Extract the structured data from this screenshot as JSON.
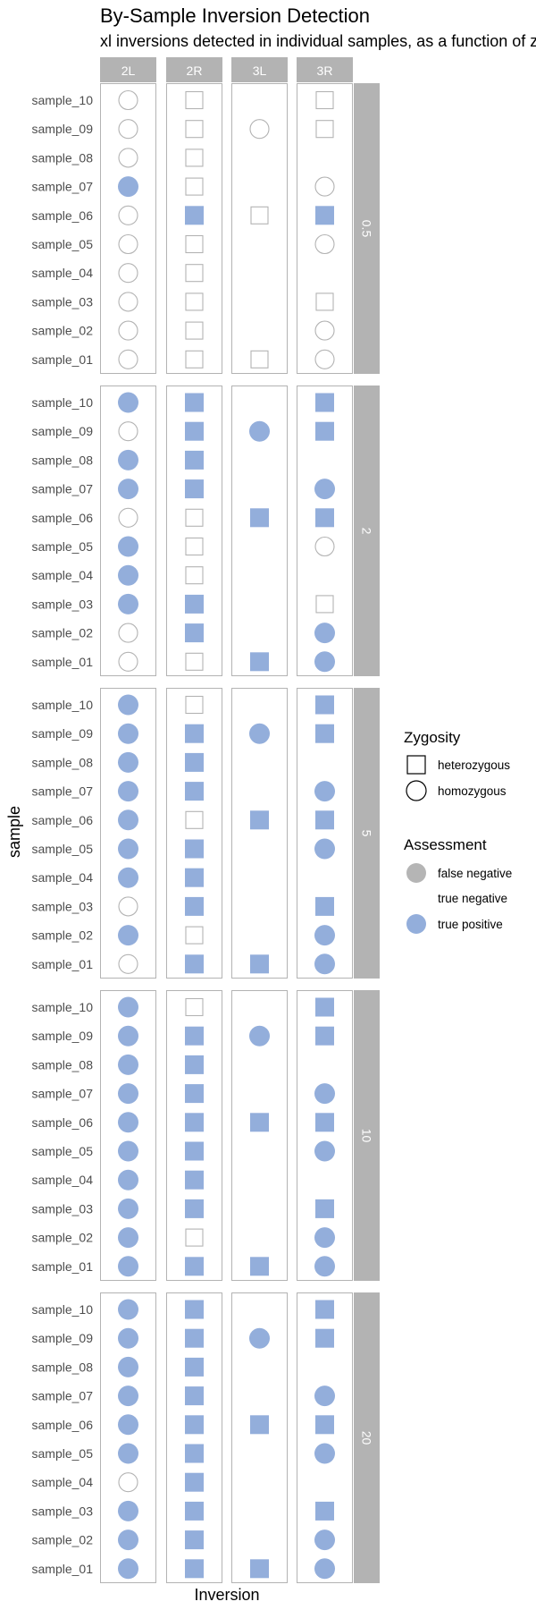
{
  "chart_data": {
    "type": "scatter",
    "title": "By-Sample Inversion Detection",
    "subtitle": "xl inversions detected in individual samples, as a function of z",
    "xlabel": "Inversion",
    "ylabel": "sample",
    "columns": [
      "2L",
      "2R",
      "3L",
      "3R"
    ],
    "samples": [
      "sample_10",
      "sample_09",
      "sample_08",
      "sample_07",
      "sample_06",
      "sample_05",
      "sample_04",
      "sample_03",
      "sample_02",
      "sample_01"
    ],
    "codes_note": "h=heterozygous,o=homozygous; P=true positive, N=true negative; '-'=no point",
    "panels": [
      {
        "facet": "0.5",
        "rows": [
          [
            "oN",
            "hN",
            "-",
            "hN"
          ],
          [
            "oN",
            "hN",
            "oN",
            "hN"
          ],
          [
            "oN",
            "hN",
            "-",
            "-"
          ],
          [
            "oP",
            "hN",
            "-",
            "oN"
          ],
          [
            "oN",
            "hP",
            "hN",
            "hP"
          ],
          [
            "oN",
            "hN",
            "-",
            "oN"
          ],
          [
            "oN",
            "hN",
            "-",
            "-"
          ],
          [
            "oN",
            "hN",
            "-",
            "hN"
          ],
          [
            "oN",
            "hN",
            "-",
            "oN"
          ],
          [
            "oN",
            "hN",
            "hN",
            "oN"
          ]
        ]
      },
      {
        "facet": "2",
        "rows": [
          [
            "oP",
            "hP",
            "-",
            "hP"
          ],
          [
            "oN",
            "hP",
            "oP",
            "hP"
          ],
          [
            "oP",
            "hP",
            "-",
            "-"
          ],
          [
            "oP",
            "hP",
            "-",
            "oP"
          ],
          [
            "oN",
            "hN",
            "hP",
            "hP"
          ],
          [
            "oP",
            "hN",
            "-",
            "oN"
          ],
          [
            "oP",
            "hN",
            "-",
            "-"
          ],
          [
            "oP",
            "hP",
            "-",
            "hN"
          ],
          [
            "oN",
            "hP",
            "-",
            "oP"
          ],
          [
            "oN",
            "hN",
            "hP",
            "oP"
          ]
        ]
      },
      {
        "facet": "5",
        "rows": [
          [
            "oP",
            "hN",
            "-",
            "hP"
          ],
          [
            "oP",
            "hP",
            "oP",
            "hP"
          ],
          [
            "oP",
            "hP",
            "-",
            "-"
          ],
          [
            "oP",
            "hP",
            "-",
            "oP"
          ],
          [
            "oP",
            "hN",
            "hP",
            "hP"
          ],
          [
            "oP",
            "hP",
            "-",
            "oP"
          ],
          [
            "oP",
            "hP",
            "-",
            "-"
          ],
          [
            "oN",
            "hP",
            "-",
            "hP"
          ],
          [
            "oP",
            "hN",
            "-",
            "oP"
          ],
          [
            "oN",
            "hP",
            "hP",
            "oP"
          ]
        ]
      },
      {
        "facet": "10",
        "rows": [
          [
            "oP",
            "hN",
            "-",
            "hP"
          ],
          [
            "oP",
            "hP",
            "oP",
            "hP"
          ],
          [
            "oP",
            "hP",
            "-",
            "-"
          ],
          [
            "oP",
            "hP",
            "-",
            "oP"
          ],
          [
            "oP",
            "hP",
            "hP",
            "hP"
          ],
          [
            "oP",
            "hP",
            "-",
            "oP"
          ],
          [
            "oP",
            "hP",
            "-",
            "-"
          ],
          [
            "oP",
            "hP",
            "-",
            "hP"
          ],
          [
            "oP",
            "hN",
            "-",
            "oP"
          ],
          [
            "oP",
            "hP",
            "hP",
            "oP"
          ]
        ]
      },
      {
        "facet": "20",
        "rows": [
          [
            "oP",
            "hP",
            "-",
            "hP"
          ],
          [
            "oP",
            "hP",
            "oP",
            "hP"
          ],
          [
            "oP",
            "hP",
            "-",
            "-"
          ],
          [
            "oP",
            "hP",
            "-",
            "oP"
          ],
          [
            "oP",
            "hP",
            "hP",
            "hP"
          ],
          [
            "oP",
            "hP",
            "-",
            "oP"
          ],
          [
            "oN",
            "hP",
            "-",
            "-"
          ],
          [
            "oP",
            "hP",
            "-",
            "hP"
          ],
          [
            "oP",
            "hP",
            "-",
            "oP"
          ],
          [
            "oP",
            "hP",
            "hP",
            "oP"
          ]
        ]
      }
    ],
    "legend": {
      "placement": "right",
      "zygosity_title": "Zygosity",
      "zygosity": [
        {
          "label": "heterozygous",
          "shape": "square"
        },
        {
          "label": "homozygous",
          "shape": "circle"
        }
      ],
      "assessment_title": "Assessment",
      "assessment": [
        {
          "label": "false negative",
          "color": "#b5b5b5"
        },
        {
          "label": "true negative",
          "color": "none"
        },
        {
          "label": "true positive",
          "color": "#93aedb"
        }
      ]
    },
    "colors": {
      "true_positive": "#93aedb",
      "false_negative": "#b5b5b5",
      "hollow_stroke": "#b3b3b3",
      "strip": "#b3b3b3",
      "strip_text": "#ffffff"
    }
  }
}
